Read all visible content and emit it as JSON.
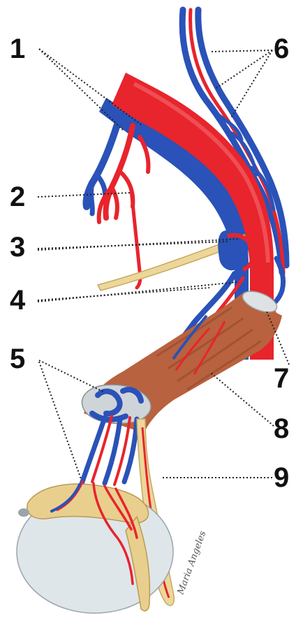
{
  "labels": {
    "l1": "1",
    "l2": "2",
    "l3": "3",
    "l4": "4",
    "l5": "5",
    "l6": "6",
    "l7": "7",
    "l8": "8",
    "l9": "9"
  },
  "signature": "Maria Angeles",
  "colors": {
    "artery": "#e8242c",
    "vein": "#2a52b8",
    "vas_deferens": "#ecd79a",
    "muscle": "#b8623f",
    "testis": "#dfe6ea",
    "epididymis": "#e9cf8e",
    "leader_line": "#222222"
  }
}
